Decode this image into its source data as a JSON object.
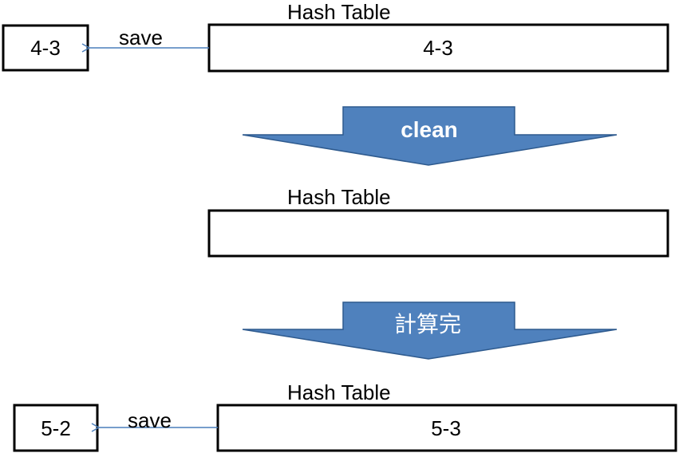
{
  "colors": {
    "arrow_fill": "#4f81bd",
    "arrow_stroke": "#2e5a8e",
    "connector": "#4a7ebb",
    "box_stroke": "#000000"
  },
  "stage1": {
    "table_title": "Hash Table",
    "table_value": "4-3",
    "saved_value": "4-3",
    "save_label": "save"
  },
  "arrow1": {
    "label": "clean"
  },
  "stage2": {
    "table_title": "Hash Table",
    "table_value": ""
  },
  "arrow2": {
    "label": "計算完"
  },
  "stage3": {
    "table_title": "Hash Table",
    "table_value": "5-3",
    "saved_value": "5-2",
    "save_label": "save"
  }
}
